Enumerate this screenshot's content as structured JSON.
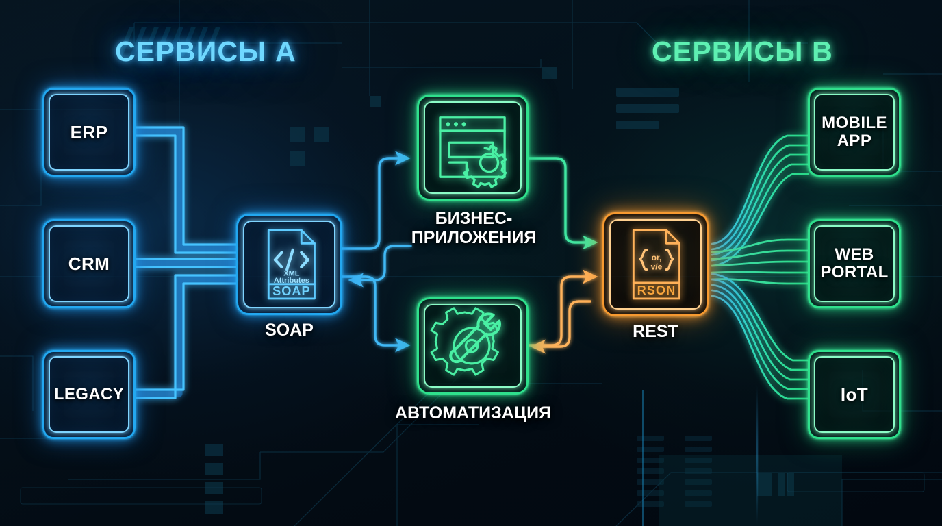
{
  "headings": {
    "left": "СЕРВИСЫ А",
    "right": "СЕРВИСЫ В"
  },
  "colors": {
    "blue": "#22a7f0",
    "blue_light": "#7fd4ff",
    "green": "#2fe08c",
    "green_light": "#8bfbc6",
    "orange": "#f79a31",
    "orange_light": "#ffd08f",
    "background": "#041019",
    "text": "#ffffff"
  },
  "left_services": [
    {
      "label": "ERP",
      "accent": "blue"
    },
    {
      "label": "CRM",
      "accent": "blue"
    },
    {
      "label": "LEGACY",
      "accent": "blue"
    }
  ],
  "right_services": [
    {
      "label": "MOBILE\nAPP",
      "accent": "green"
    },
    {
      "label": "WEB\nPORTAL",
      "accent": "green"
    },
    {
      "label": "IoT",
      "accent": "green"
    }
  ],
  "protocols": {
    "soap": {
      "caption": "SOAP",
      "accent": "blue",
      "icon": "xml-document-icon",
      "document": {
        "code_glyph": "</>",
        "line1": "XML",
        "line2": "Attributes",
        "banner": "SOAP"
      }
    },
    "rest": {
      "caption": "REST",
      "accent": "orange",
      "icon": "json-document-icon",
      "document": {
        "brace_left": "{",
        "brace_right": "}",
        "line1": "or,",
        "line2": "v/e",
        "banner": "RSON"
      }
    }
  },
  "middle_nodes": [
    {
      "caption": "БИЗНЕС-\nПРИЛОЖЕНИЯ",
      "accent": "green",
      "icon": "browser-window-gear-icon"
    },
    {
      "caption": "АВТОМАТИЗАЦИЯ",
      "accent": "green",
      "icon": "gear-wrench-icon"
    }
  ],
  "connections": [
    {
      "from": "ERP",
      "to": "SOAP",
      "style": "orthogonal",
      "color": "blue",
      "arrow": false
    },
    {
      "from": "CRM",
      "to": "SOAP",
      "style": "orthogonal",
      "color": "blue",
      "arrow": false
    },
    {
      "from": "LEGACY",
      "to": "SOAP",
      "style": "orthogonal",
      "color": "blue",
      "arrow": false
    },
    {
      "from": "SOAP",
      "to": "БИЗНЕС-ПРИЛОЖЕНИЯ",
      "style": "elbow",
      "color": "blue",
      "arrow": true
    },
    {
      "from": "БИЗНЕС-ПРИЛОЖЕНИЯ",
      "to": "SOAP",
      "style": "elbow",
      "color": "blue",
      "arrow": true
    },
    {
      "from": "SOAP",
      "to": "АВТОМАТИЗАЦИЯ",
      "style": "elbow",
      "color": "blue",
      "arrow": true
    },
    {
      "from": "АВТОМАТИЗАЦИЯ",
      "to": "SOAP",
      "style": "elbow",
      "color": "blue",
      "arrow": true
    },
    {
      "from": "БИЗНЕС-ПРИЛОЖЕНИЯ",
      "to": "REST",
      "style": "elbow",
      "color": "green",
      "arrow": true
    },
    {
      "from": "REST",
      "to": "БИЗНЕС-ПРИЛОЖЕНИЯ",
      "style": "elbow",
      "color": "green",
      "arrow": true
    },
    {
      "from": "АВТОМАТИЗАЦИЯ",
      "to": "REST",
      "style": "elbow",
      "color": "orange",
      "arrow": true
    },
    {
      "from": "REST",
      "to": "АВТОМАТИЗАЦИЯ",
      "style": "elbow",
      "color": "orange",
      "arrow": true
    },
    {
      "from": "REST",
      "to": "MOBILE APP",
      "style": "fiber-bundle",
      "color": "cyan-green",
      "arrow": false
    },
    {
      "from": "REST",
      "to": "WEB PORTAL",
      "style": "fiber-bundle",
      "color": "cyan-green",
      "arrow": false
    },
    {
      "from": "REST",
      "to": "IoT",
      "style": "fiber-bundle",
      "color": "cyan-green",
      "arrow": false
    }
  ]
}
